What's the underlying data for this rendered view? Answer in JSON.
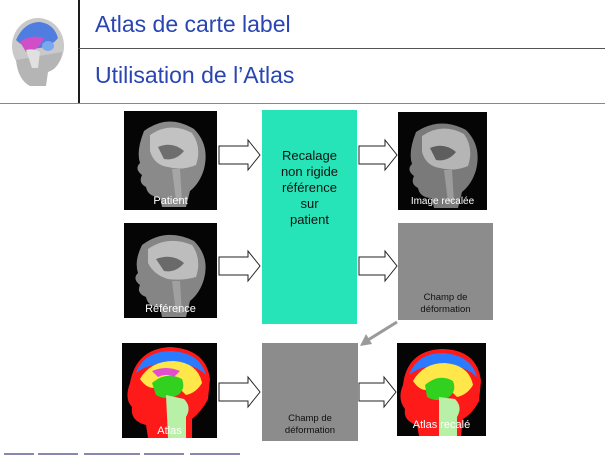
{
  "header": {
    "title": "Atlas de carte label",
    "subtitle": "Utilisation de l’Atlas",
    "logo_icon": "head-scan-logo-icon"
  },
  "images": {
    "patient": "Patient",
    "reference": "Référence",
    "atlas": "Atlas",
    "recalee": "Image recalée",
    "atlas_recale": "Atlas recalé"
  },
  "process": {
    "registration": [
      "Recalage",
      "non rigide",
      "référence",
      "sur",
      "patient"
    ],
    "deformation_field_1": [
      "Champ de",
      "déformation"
    ],
    "deformation_field_2": [
      "Champ de",
      "déformation"
    ]
  },
  "colors": {
    "title": "#2845b3",
    "registration_box": "#27e3b8",
    "deformation_box": "#8c8c8c",
    "arrow_outline": "#222222",
    "diagonal_arrow": "#9a9a9a"
  }
}
